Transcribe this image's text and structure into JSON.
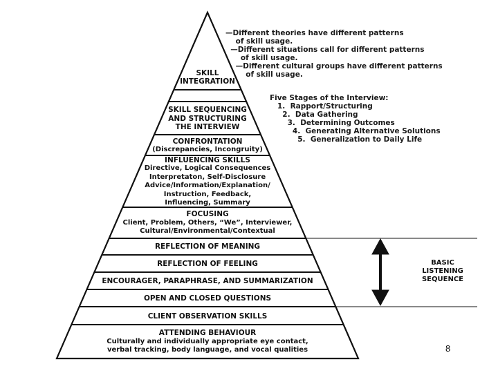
{
  "pyramid": {
    "levels": [
      {
        "title": "SKILL INTEGRATION",
        "lines": [
          "SKILL",
          "INTEGRATION"
        ],
        "sub": []
      },
      {
        "title": "SKILL SEQUENCING AND STRUCTURING THE INTERVIEW",
        "lines": [
          "SKILL SEQUENCING",
          "AND STRUCTURING",
          "THE INTERVIEW"
        ],
        "sub": []
      },
      {
        "title": "CONFRONTATION",
        "lines": [
          "CONFRONTATION"
        ],
        "sub": [
          "(Discrepancies, Incongruity)"
        ]
      },
      {
        "title": "INFLUENCING SKILLS",
        "lines": [
          "INFLUENCING SKILLS"
        ],
        "sub": [
          "Directive, Logical Consequences",
          "Interpretaton, Self-Disclosure",
          "Advice/Information/Explanation/",
          "Instruction, Feedback,",
          "Influencing, Summary"
        ]
      },
      {
        "title": "FOCUSING",
        "lines": [
          "FOCUSING"
        ],
        "sub": [
          "Client, Problem, Others, “We”, Interviewer,",
          "Cultural/Environmental/Contextual"
        ]
      },
      {
        "title": "REFLECTION OF MEANING",
        "lines": [
          "REFLECTION OF MEANING"
        ],
        "sub": []
      },
      {
        "title": "REFLECTION OF FEELING",
        "lines": [
          "REFLECTION OF FEELING"
        ],
        "sub": []
      },
      {
        "title": "ENCOURAGER, PARAPHRASE, AND SUMMARIZATION",
        "lines": [
          "ENCOURAGER, PARAPHRASE, AND SUMMARIZATION"
        ],
        "sub": []
      },
      {
        "title": "OPEN AND CLOSED QUESTIONS",
        "lines": [
          "OPEN AND CLOSED QUESTIONS"
        ],
        "sub": []
      },
      {
        "title": "CLIENT OBSERVATION SKILLS",
        "lines": [
          "CLIENT OBSERVATION SKILLS"
        ],
        "sub": []
      },
      {
        "title": "ATTENDING BEHAVIOUR",
        "lines": [
          "ATTENDING BEHAVIOUR"
        ],
        "sub": [
          "Culturally and individually appropriate eye contact,",
          "verbal tracking, body language, and vocal qualities"
        ]
      }
    ]
  },
  "annotations": {
    "theories": [
      "—Different theories have different patterns",
      "    of skill usage.",
      "  —Different situations call for different patterns",
      "      of skill usage.",
      "    —Different cultural groups have different patterns",
      "        of skill usage."
    ],
    "stages_title": "Five Stages of the Interview:",
    "stages": [
      "   1.  Rapport/Structuring",
      "     2.  Data Gathering",
      "       3.  Determining Outcomes",
      "         4.  Generating Alternative Solutions",
      "           5.  Generalization to Daily Life"
    ]
  },
  "basic_listening": {
    "label_lines": [
      "BASIC",
      "LISTENING",
      "SEQUENCE"
    ]
  },
  "page_number": "8",
  "colors": {
    "line": "#111111",
    "text": "#111111",
    "background": "#ffffff"
  }
}
